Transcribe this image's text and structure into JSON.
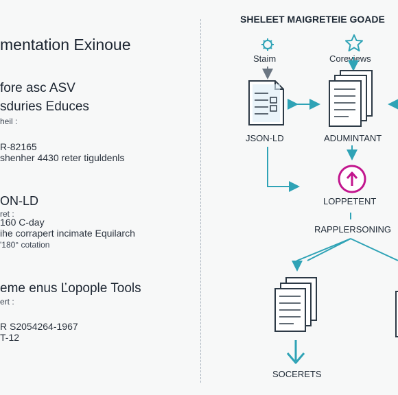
{
  "left": {
    "title": "mentation Exinoue",
    "s1": {
      "heading_a": "fore asc ASV",
      "heading_b": "sduries Educes",
      "l1": "heil :",
      "l2": "R-82165",
      "l3": "shenher 4430 reter tiguldenls"
    },
    "s2": {
      "heading": "ON-LD",
      "l1": "ret :",
      "l2": "160 C-day",
      "l3": "ihe corrapert incimate Equilarch",
      "l4": "'180° cotation"
    },
    "s3": {
      "heading": "eme enus Ľopople Tools",
      "l1": "ert :",
      "l2": "R S2054264-1967",
      "l3": "T-12"
    }
  },
  "diagram": {
    "title": "SHELEET MAIGRETEIE GOADE",
    "nodes": {
      "staim": "Staim",
      "coreviews": "Coreviews",
      "jsonld": "JSON-LD",
      "adumintant": "ADUMINTANT",
      "loppetent": "LOPPETENT",
      "rapplersoning": "RAPPLERSONING",
      "socerets": "SOCERETS"
    },
    "colors": {
      "accent": "#2fa3b6",
      "magenta": "#c2168e",
      "doc_stroke": "#2d3a46"
    },
    "icons": [
      "gear-icon",
      "star-icon",
      "up-arrow-circle-icon"
    ]
  }
}
